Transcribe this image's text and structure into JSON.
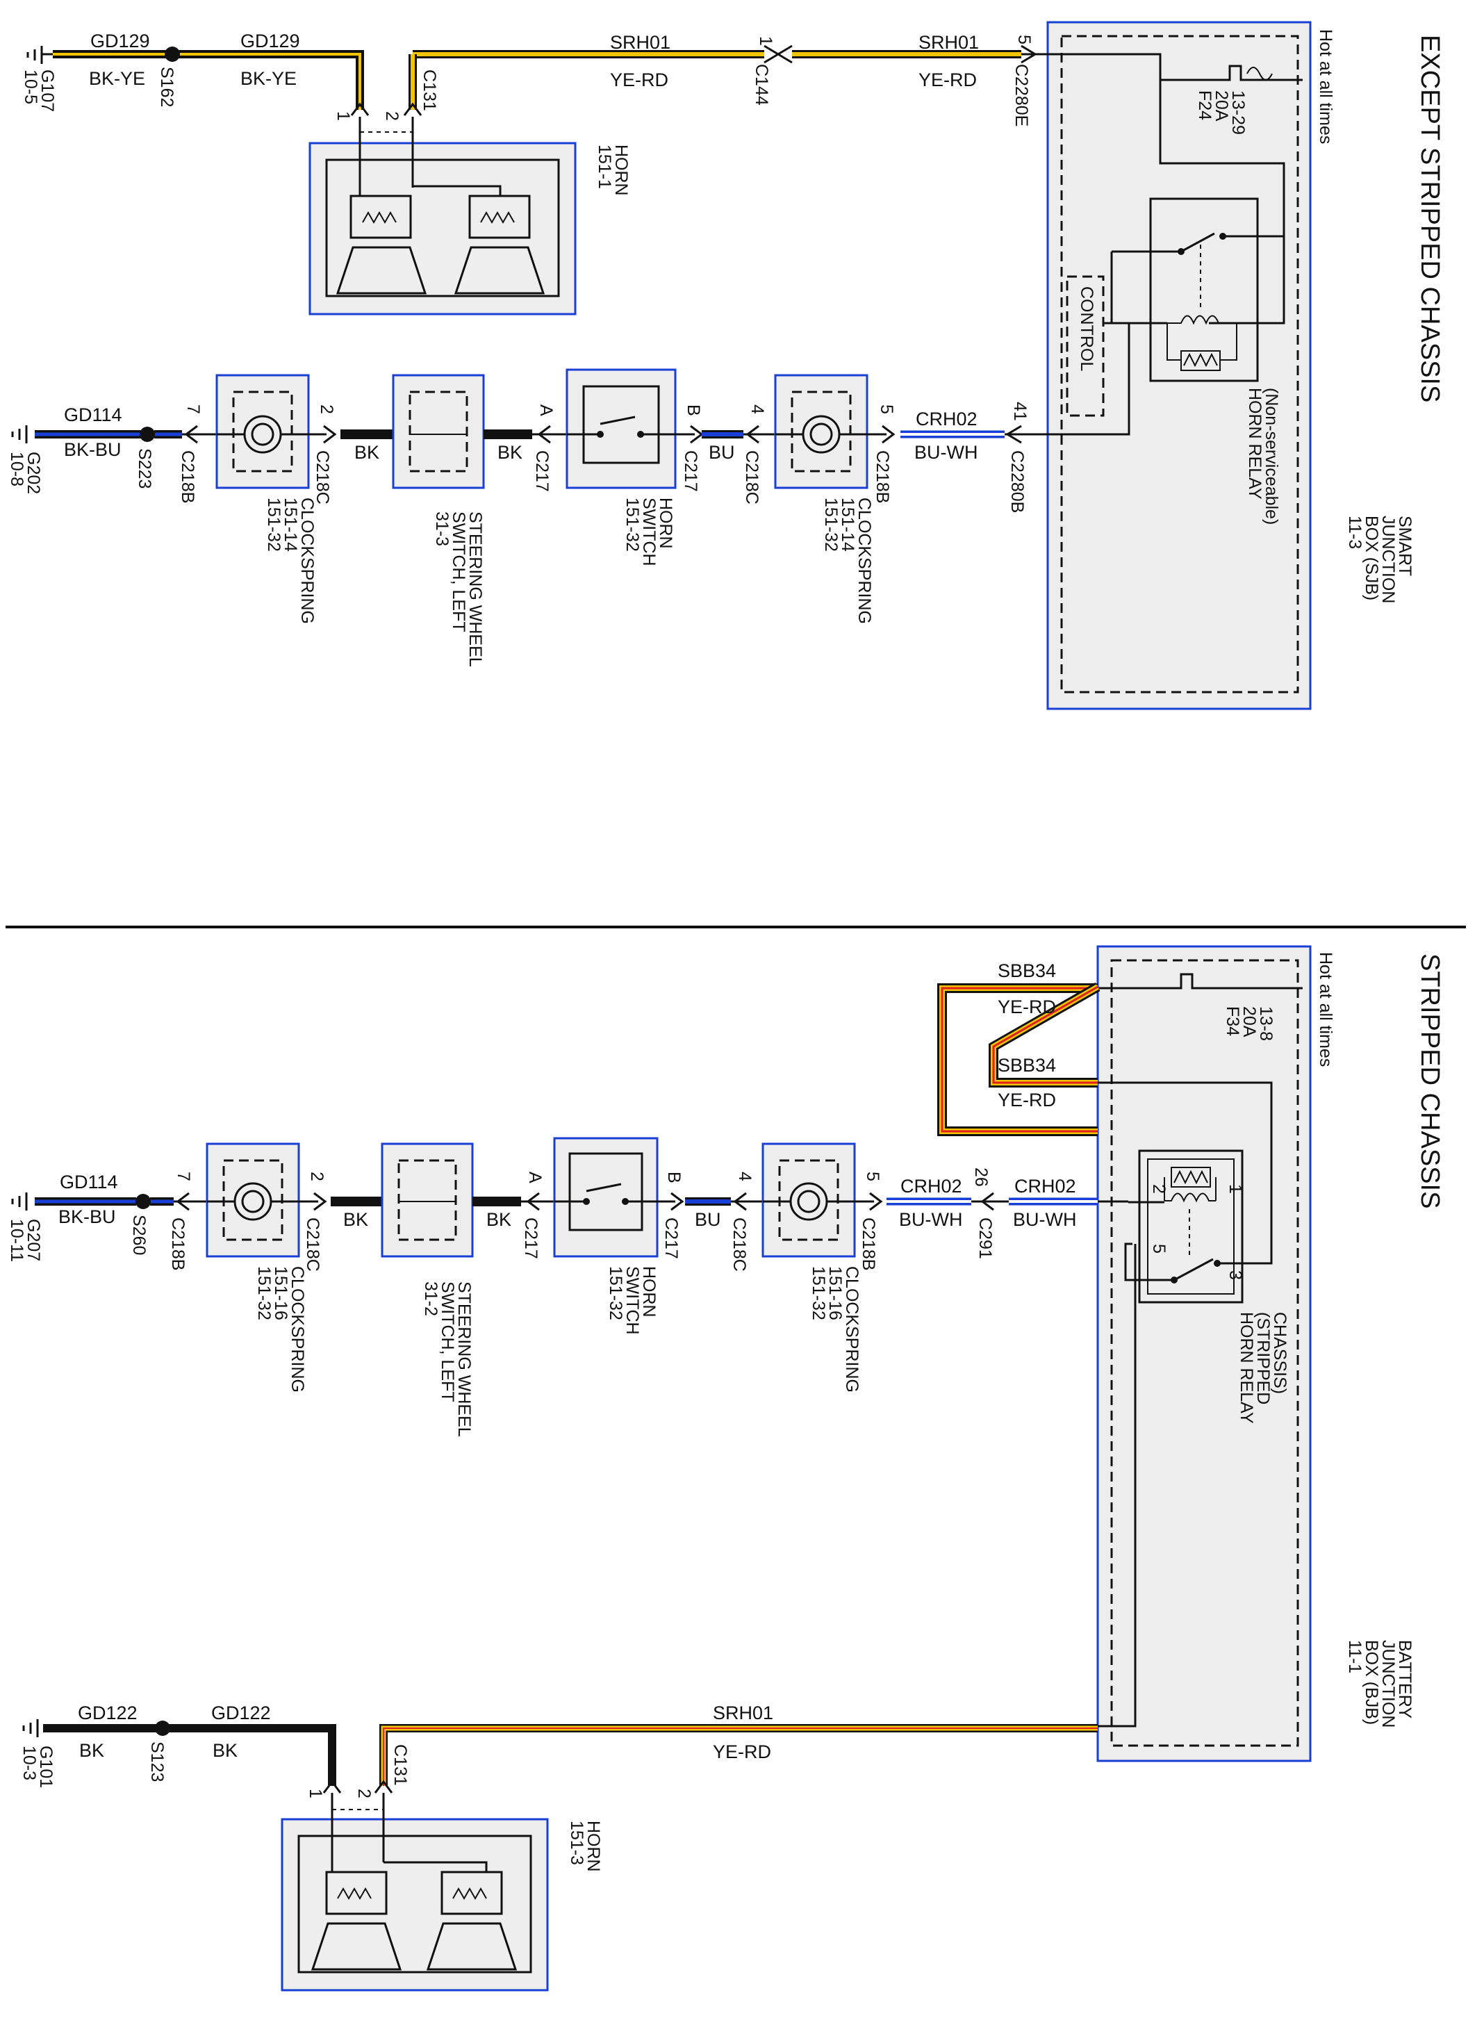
{
  "top": {
    "title": "EXCEPT STRIPPED CHASSIS",
    "hot_label": "Hot at all times",
    "sjb": [
      "SMART",
      "JUNCTION",
      "BOX (SJB)",
      "11-3"
    ],
    "fuse": [
      "F24",
      "20A",
      "13-29"
    ],
    "relay": [
      "HORN RELAY",
      "(Non-serviceable)"
    ],
    "control": "CONTROL",
    "horn": [
      "HORN",
      "151-1"
    ],
    "ground_ref": [
      "G107",
      "10-5"
    ],
    "splice": "S162",
    "wire_gd_1": "GD129",
    "wire_gd_1_color": "BK-YE",
    "wire_gd_2": "GD129",
    "wire_gd_2_color": "BK-YE",
    "conn_c131": "C131",
    "pin_1": "1",
    "pin_2": "2",
    "wire_srh_1": "SRH01",
    "wire_srh_1_color": "YE-RD",
    "conn_c144": "C144",
    "pin_c144": "1",
    "wire_srh_2": "SRH01",
    "wire_srh_2_color": "YE-RD",
    "conn_c2280e": "C2280E",
    "pin_c2280e": "5",
    "row": {
      "ground_ref": [
        "G202",
        "10-8"
      ],
      "splice": "S223",
      "wire_gd": "GD114",
      "wire_gd_color": "BK-BU",
      "c218b_left": "C218B",
      "pin_7": "7",
      "clockspring_left": [
        "CLOCKSPRING",
        "151-14",
        "151-32"
      ],
      "c218c_left": "C218C",
      "pin_2": "2",
      "bk_1": "BK",
      "sws": [
        "STEERING WHEEL",
        "SWITCH, LEFT",
        "31-3"
      ],
      "bk_2": "BK",
      "c217_a": "C217",
      "pin_a": "A",
      "horn_switch": [
        "HORN",
        "SWITCH",
        "151-32"
      ],
      "c217_b": "C217",
      "pin_b": "B",
      "bu": "BU",
      "c218c_right": "C218C",
      "pin_4": "4",
      "clockspring_right": [
        "CLOCKSPRING",
        "151-14",
        "151-32"
      ],
      "c218b_right": "C218B",
      "pin_5": "5",
      "wire_crh": "CRH02",
      "wire_crh_color": "BU-WH",
      "conn_end": "C2280B",
      "pin_end": "41"
    }
  },
  "bottom": {
    "title": "STRIPPED CHASSIS",
    "hot_label": "Hot at all times",
    "bjb": [
      "BATTERY",
      "JUNCTION",
      "BOX (BJB)",
      "11-1"
    ],
    "fuse": [
      "F34",
      "20A",
      "13-8"
    ],
    "relay": [
      "HORN RELAY",
      "(STRIPPED",
      "CHASSIS)"
    ],
    "relay_pins": [
      "2",
      "1",
      "5",
      "3"
    ],
    "wire_sbb_1": "SBB34",
    "wire_sbb_1_color": "YE-RD",
    "wire_sbb_2": "SBB34",
    "wire_sbb_2_color": "YE-RD",
    "row": {
      "ground_ref": [
        "G207",
        "10-11"
      ],
      "splice": "S260",
      "wire_gd": "GD114",
      "wire_gd_color": "BK-BU",
      "c218b_left": "C218B",
      "pin_7": "7",
      "clockspring_left": [
        "CLOCKSPRING",
        "151-16",
        "151-32"
      ],
      "c218c_left": "C218C",
      "pin_2": "2",
      "bk_1": "BK",
      "sws": [
        "STEERING WHEEL",
        "SWITCH, LEFT",
        "31-2"
      ],
      "bk_2": "BK",
      "c217_a": "C217",
      "pin_a": "A",
      "horn_switch": [
        "HORN",
        "SWITCH",
        "151-32"
      ],
      "c217_b": "C217",
      "pin_b": "B",
      "bu": "BU",
      "c218c_right": "C218C",
      "pin_4": "4",
      "clockspring_right": [
        "CLOCKSPRING",
        "151-16",
        "151-32"
      ],
      "c218b_right": "C218B",
      "pin_5": "5",
      "wire_crh_1": "CRH02",
      "wire_crh_1_color": "BU-WH",
      "conn_c291": "C291",
      "pin_26": "26",
      "wire_crh_2": "CRH02",
      "wire_crh_2_color": "BU-WH"
    },
    "ground_ref": [
      "G101",
      "10-3"
    ],
    "splice": "S123",
    "wire_gd_1": "GD122",
    "wire_gd_1_color": "BK",
    "wire_gd_2": "GD122",
    "wire_gd_2_color": "BK",
    "conn_c131": "C131",
    "pin_1": "1",
    "pin_2": "2",
    "wire_srh": "SRH01",
    "wire_srh_color": "YE-RD",
    "horn": [
      "HORN",
      "151-3"
    ]
  }
}
